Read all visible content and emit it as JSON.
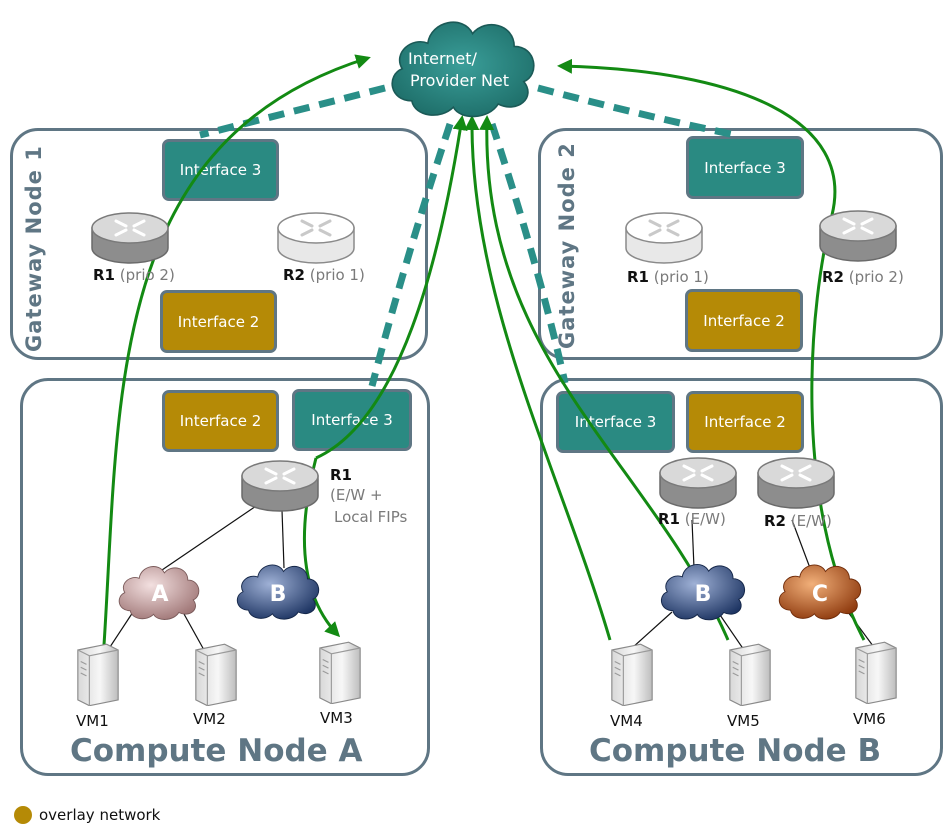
{
  "cloud": {
    "line1": "Internet/",
    "line2": "Provider Net"
  },
  "gateway1": {
    "title": "Gateway Node 1",
    "iface_ext": "Interface 3",
    "iface_ovl": "Interface 2",
    "r1": {
      "name": "R1",
      "prio": "(prio 2)"
    },
    "r2": {
      "name": "R2",
      "prio": "(prio 1)"
    }
  },
  "gateway2": {
    "title": "Gateway Node 2",
    "iface_ext": "Interface 3",
    "iface_ovl": "Interface 2",
    "r1": {
      "name": "R1",
      "prio": "(prio 1)"
    },
    "r2": {
      "name": "R2",
      "prio": "(prio 2)"
    }
  },
  "computeA": {
    "title": "Compute Node A",
    "iface_ovl": "Interface 2",
    "iface_ext": "Interface 3",
    "r1": {
      "name": "R1",
      "desc1": "(E/W +",
      "desc2": "Local FIPs"
    },
    "net_a": "A",
    "net_b": "B",
    "vms": [
      "VM1",
      "VM2",
      "VM3"
    ]
  },
  "computeB": {
    "title": "Compute Node B",
    "iface_ext": "Interface 3",
    "iface_ovl": "Interface 2",
    "r1": {
      "name": "R1",
      "desc": "(E/W)"
    },
    "r2": {
      "name": "R2",
      "desc": "(E/W)"
    },
    "net_b": "B",
    "net_c": "C",
    "vms": [
      "VM4",
      "VM5",
      "VM6"
    ]
  },
  "legend": {
    "label": "overlay network"
  },
  "colors": {
    "frame": "#5f7684",
    "external_iface": "#2a8a82",
    "overlay_iface": "#b58a06",
    "green_flow": "#138a13",
    "dashed_link": "#2a8f88"
  },
  "icons": [
    "cloud-icon",
    "router-icon",
    "server-icon",
    "network-cloud-icon"
  ]
}
